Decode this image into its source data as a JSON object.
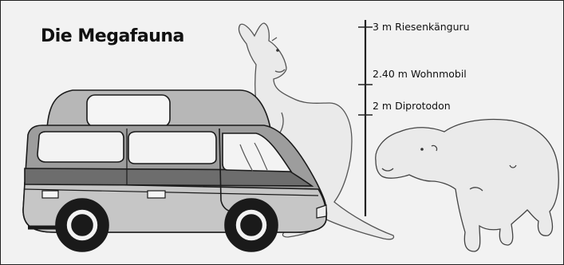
{
  "title": "Die Megafauna",
  "scale": {
    "marks": [
      {
        "label": "3 m Riesenkänguru"
      },
      {
        "label": "2.40 m Wohnmobil"
      },
      {
        "label": "2 m Diprotodon"
      }
    ]
  },
  "figures": [
    "kangaroo-illustration",
    "campervan-illustration",
    "diprotodon-illustration"
  ],
  "colors": {
    "background": "#f2f2f2",
    "outline": "#222222",
    "van_body": "#9c9c9c",
    "van_roof": "#b0b0b0",
    "van_band": "#6e6e6e",
    "animal_fill": "#e9e9e9"
  }
}
